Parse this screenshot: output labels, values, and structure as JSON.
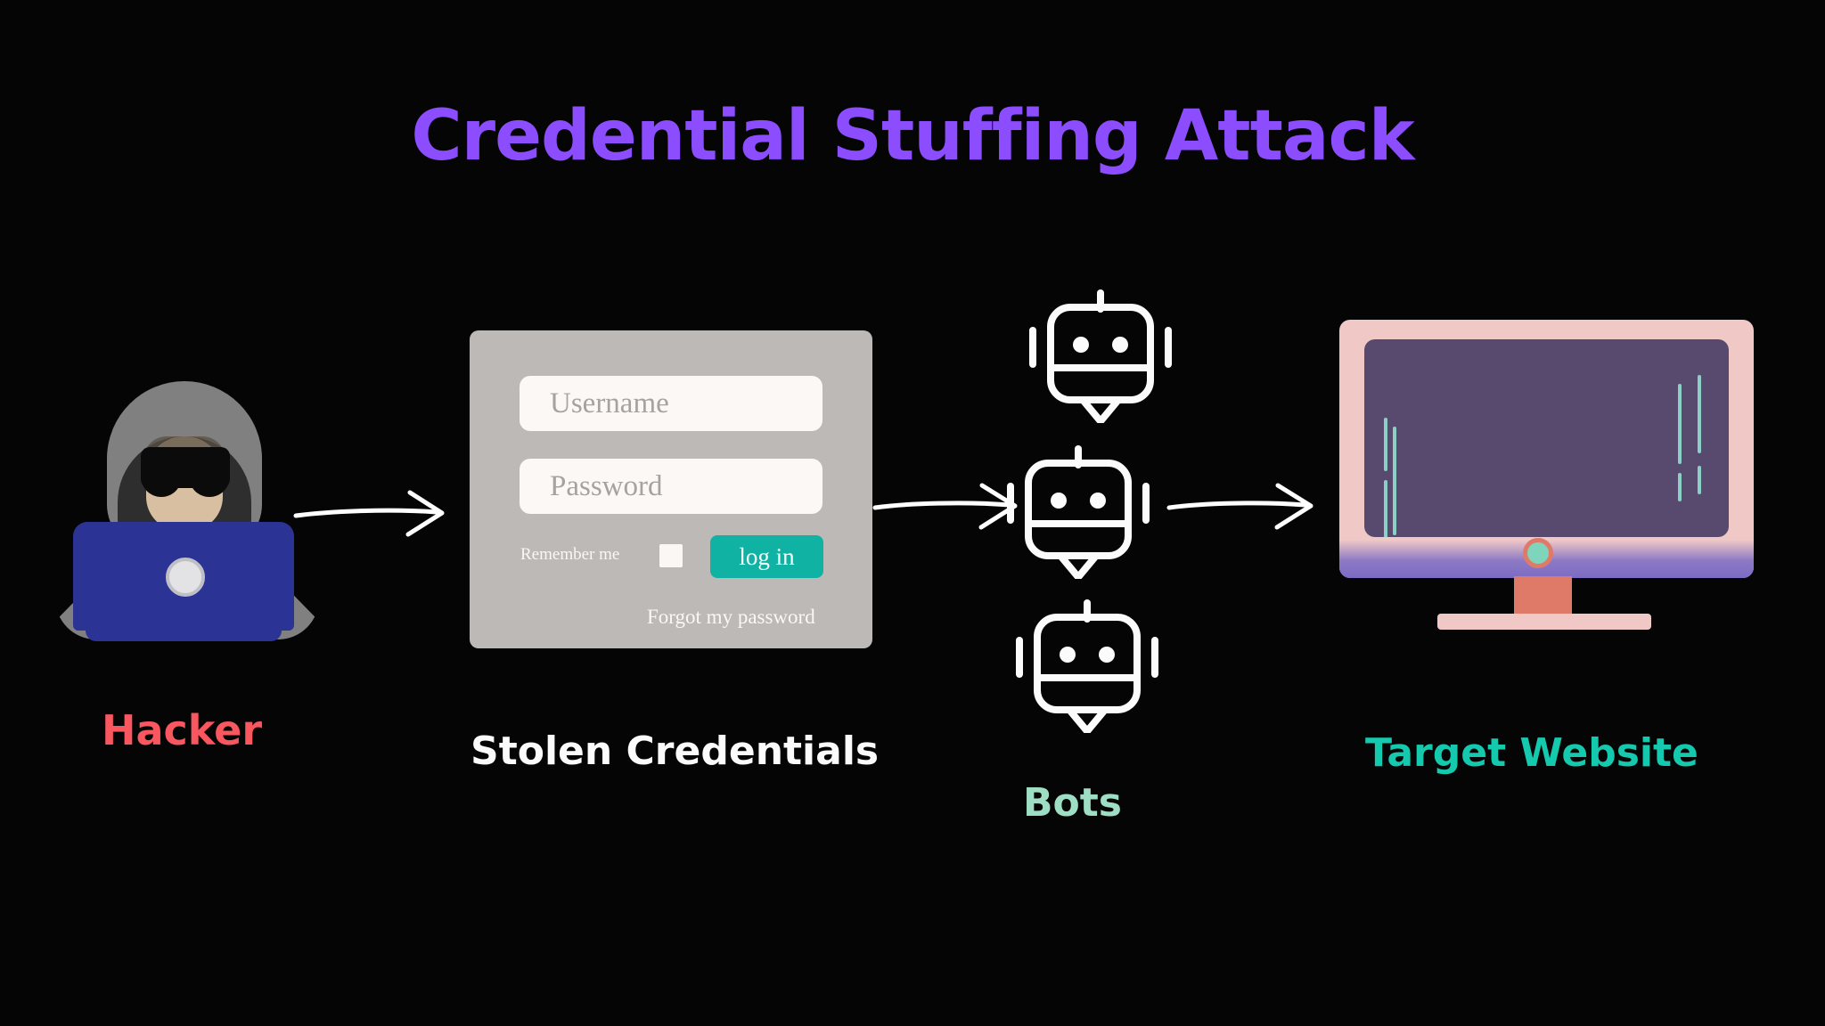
{
  "page": {
    "title": "Credential Stuffing Attack",
    "background_color": "#050505",
    "title_color": "#8b4dfd"
  },
  "nodes": {
    "hacker": {
      "label": "Hacker",
      "label_color": "#f9575f",
      "icon": "hacker-with-laptop-icon",
      "colors": {
        "hood": "#808080",
        "hood_inner": "#2e2e2e",
        "skin": "#d8bfa1",
        "mask": "#0b0b0b",
        "laptop": "#2b3494",
        "laptop_logo": "#e3e3e5"
      }
    },
    "credentials": {
      "label": "Stolen Credentials",
      "label_color": "#fbfbfb",
      "card_color": "#bcb9b6",
      "form": {
        "username_placeholder": "Username",
        "password_placeholder": "Password",
        "username_value": "",
        "password_value": "",
        "remember_label": "Remember me",
        "remember_checked": false,
        "login_label": "log in",
        "login_color": "#10b2a3",
        "forgot_label": "Forgot my password",
        "input_bg": "#fbf8f6",
        "placeholder_color": "#a8a29e"
      }
    },
    "bots": {
      "label": "Bots",
      "label_color": "#9edec4",
      "icon": "robot-head-icon",
      "count": 3,
      "icon_color": "#fbfbfb"
    },
    "target": {
      "label": "Target Website",
      "label_color": "#15c9ae",
      "icon": "desktop-monitor-icon",
      "colors": {
        "bezel": "#f0c9c7",
        "screen": "#584a6e",
        "scanline": "#8ccfc6",
        "speckle": "#7b6bc4",
        "indicator_fill": "#7fd4bc",
        "indicator_ring": "#e07a68",
        "neck": "#e07a68",
        "base": "#f0c9c7"
      }
    }
  },
  "arrows": [
    {
      "name": "arrow-hacker-to-credentials",
      "from": "hacker",
      "to": "credentials",
      "color": "#ffffff"
    },
    {
      "name": "arrow-credentials-to-bots",
      "from": "credentials",
      "to": "bots",
      "color": "#ffffff"
    },
    {
      "name": "arrow-bots-to-target",
      "from": "bots",
      "to": "target",
      "color": "#ffffff"
    }
  ]
}
